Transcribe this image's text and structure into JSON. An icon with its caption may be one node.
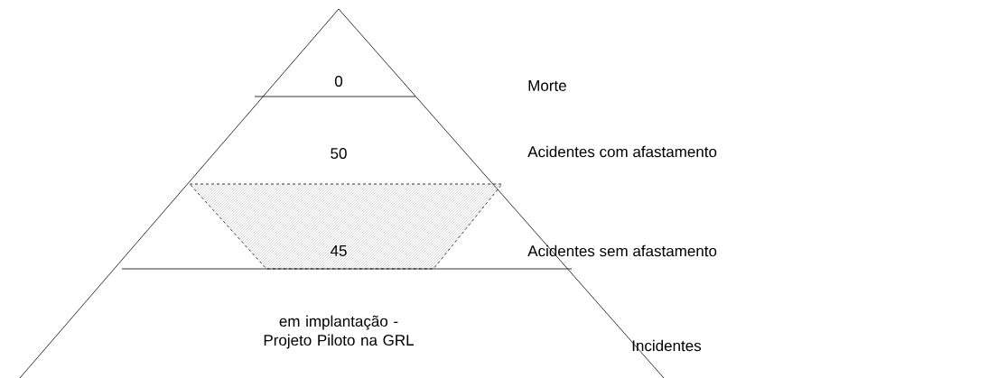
{
  "diagram": {
    "nodes": [
      {
        "text": [
          "45"
        ]
      }
    ],
    "labels": [
      "0",
      "Morte",
      "50",
      "Acidentes com afastamento",
      "Acidentes sem afastamento",
      "em implantação - Projeto Piloto na GRL",
      "Incidentes"
    ]
  }
}
